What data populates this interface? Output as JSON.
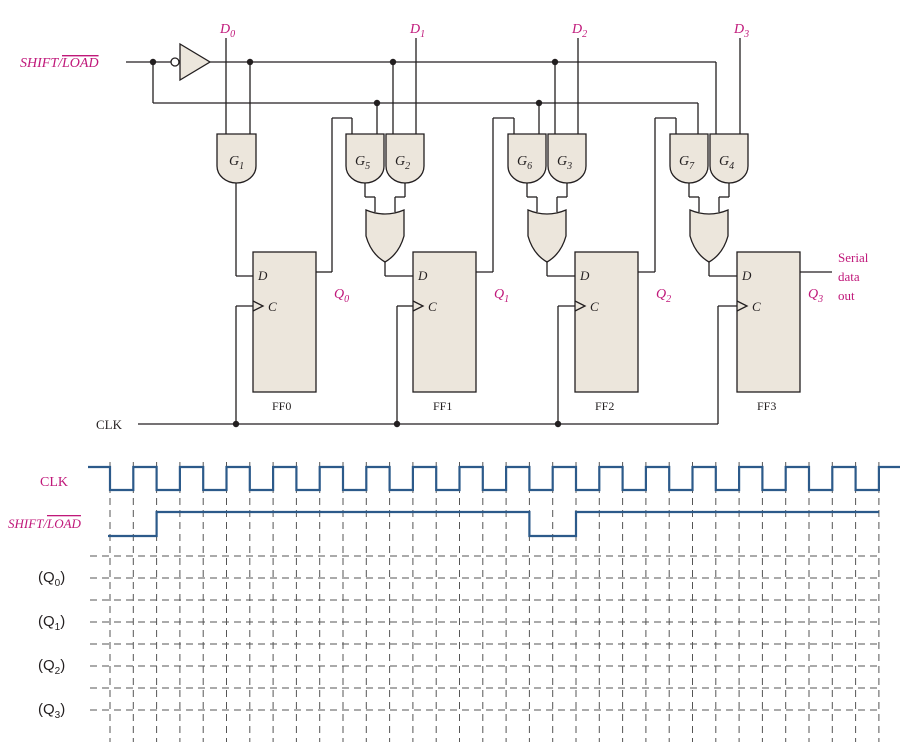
{
  "inputs": {
    "shift_load": "SHIFT/LOAD",
    "shift": "SHIFT/",
    "load": "LOAD",
    "d0": "D",
    "d0_sub": "0",
    "d1": "D",
    "d1_sub": "1",
    "d2": "D",
    "d2_sub": "2",
    "d3": "D",
    "d3_sub": "3",
    "clk": "CLK"
  },
  "gates": [
    {
      "name": "G",
      "sub": "1"
    },
    {
      "name": "G",
      "sub": "5"
    },
    {
      "name": "G",
      "sub": "2"
    },
    {
      "name": "G",
      "sub": "6"
    },
    {
      "name": "G",
      "sub": "3"
    },
    {
      "name": "G",
      "sub": "7"
    },
    {
      "name": "G",
      "sub": "4"
    }
  ],
  "flipflops": [
    {
      "name": "FF0",
      "d": "D",
      "c": "C",
      "q": "Q",
      "q_sub": "0"
    },
    {
      "name": "FF1",
      "d": "D",
      "c": "C",
      "q": "Q",
      "q_sub": "1"
    },
    {
      "name": "FF2",
      "d": "D",
      "c": "C",
      "q": "Q",
      "q_sub": "2"
    },
    {
      "name": "FF3",
      "d": "D",
      "c": "C",
      "q": "Q",
      "q_sub": "3"
    }
  ],
  "serial_out": [
    "Serial",
    "data",
    "out"
  ],
  "timing": {
    "clk_label": "CLK",
    "shift": "SHIFT/",
    "load": "LOAD",
    "rows": [
      {
        "label": "(Q",
        "sub": "0",
        "close": ")"
      },
      {
        "label": "(Q",
        "sub": "1",
        "close": ")"
      },
      {
        "label": "(Q",
        "sub": "2",
        "close": ")"
      },
      {
        "label": "(Q",
        "sub": "3",
        "close": ")"
      }
    ]
  },
  "colors": {
    "label_magenta": "#c0187a",
    "waveform_blue": "#2c5a8a",
    "gate_fill": "#ece6dc"
  }
}
